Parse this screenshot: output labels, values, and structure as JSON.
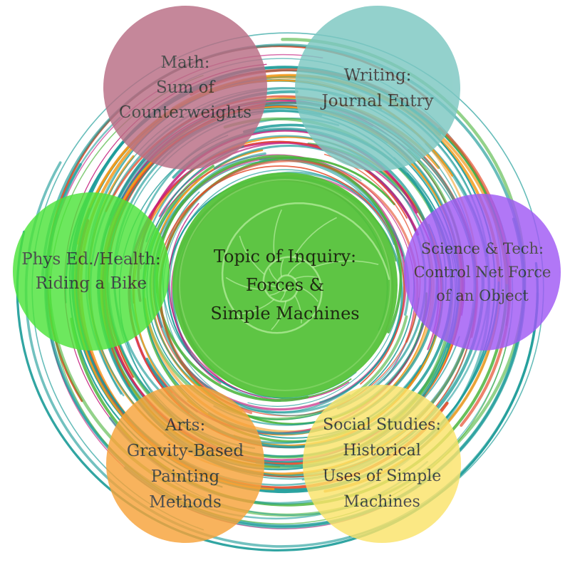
{
  "diagram": {
    "colors": {
      "math": "#b96d84",
      "writing": "#7cc7c2",
      "phys": "#4ee43b",
      "science": "#a05af5",
      "arts": "#f7a33a",
      "social": "#fbe36a",
      "center": "#55c23a",
      "swirl_teal": "#1f9d9a",
      "swirl_orange": "#f29a1c",
      "swirl_magenta": "#c2187a",
      "swirl_red": "#e54b2a",
      "swirl_green": "#4bb43c"
    },
    "center": {
      "lines": [
        "Topic of Inquiry:",
        "Forces &",
        "Simple Machines"
      ]
    },
    "math": {
      "lines": [
        "Math:",
        "Sum of",
        "Counterweights"
      ]
    },
    "writing": {
      "lines": [
        "Writing:",
        "Journal Entry"
      ]
    },
    "phys": {
      "lines": [
        "Phys Ed./Health:",
        "Riding a Bike"
      ]
    },
    "science": {
      "lines": [
        "Science & Tech:",
        "Control Net Force",
        "of an Object"
      ]
    },
    "arts": {
      "lines": [
        "Arts:",
        "Gravity-Based",
        "Painting",
        "Methods"
      ]
    },
    "social": {
      "lines": [
        "Social Studies:",
        "Historical",
        "Uses of Simple",
        "Machines"
      ]
    }
  }
}
